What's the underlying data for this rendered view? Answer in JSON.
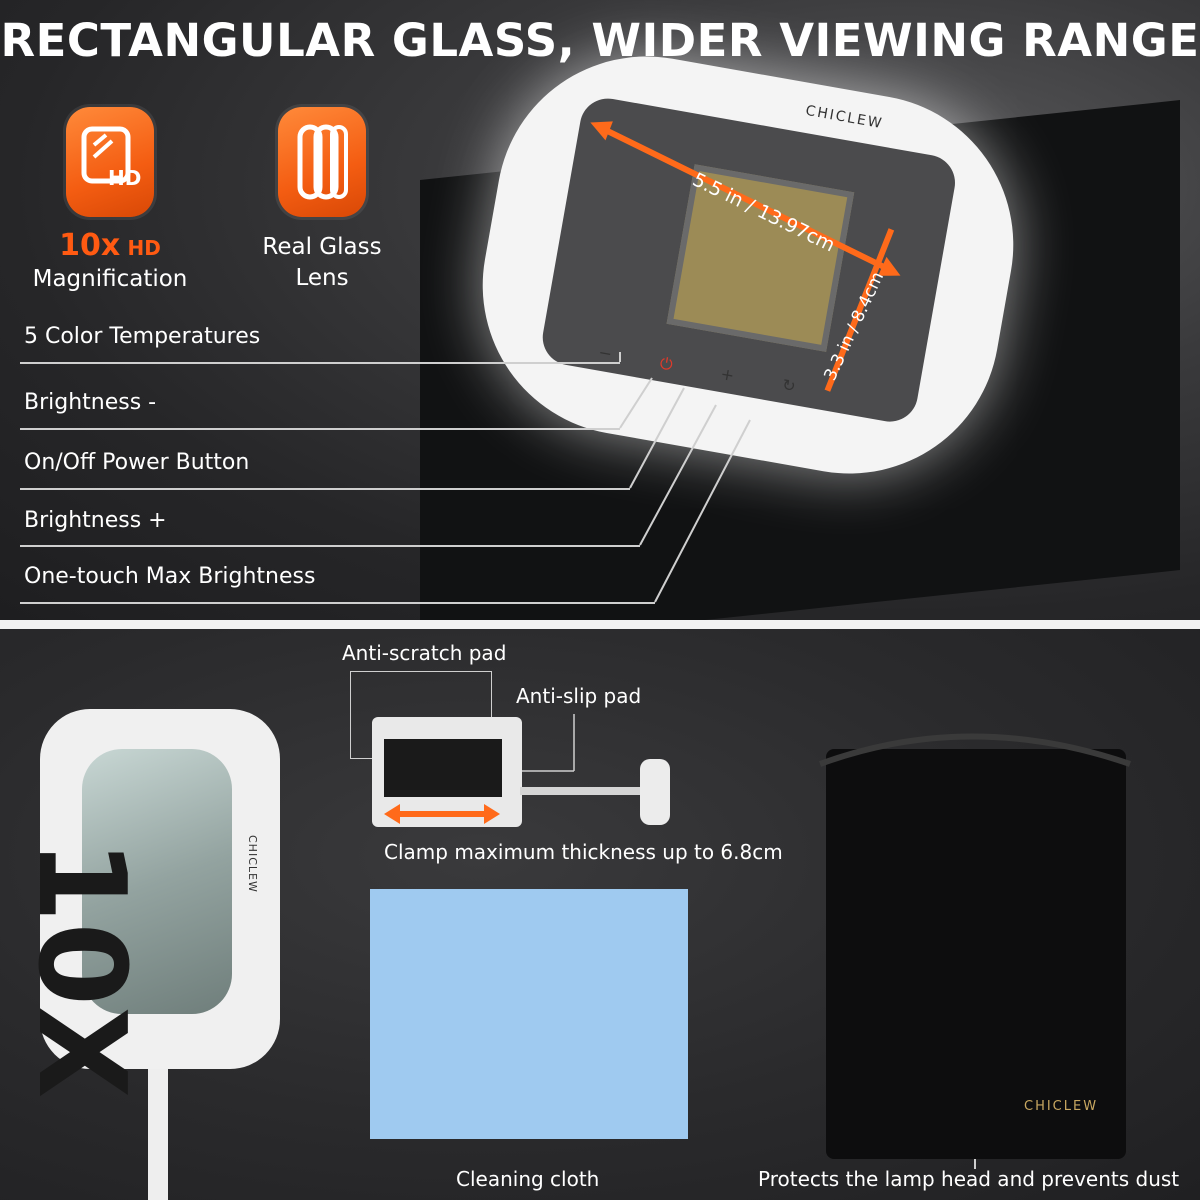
{
  "header": {
    "title": "RECTANGULAR GLASS, WIDER VIEWING RANGE"
  },
  "badges": [
    {
      "icon": "hd-screen-icon",
      "icon_text": "HD",
      "label_highlight": "10x",
      "label_highlight_small": "HD",
      "label_rest": "Magnification"
    },
    {
      "icon": "glass-lens-icon",
      "label_line1": "Real Glass",
      "label_line2": "Lens"
    }
  ],
  "lens_dimensions": {
    "width": "5.5 in / 13.97cm",
    "height": "3.3 in / 8.4cm"
  },
  "brand": "CHICLEW",
  "controls": [
    {
      "label": "5 Color Temperatures"
    },
    {
      "label": "Brightness -"
    },
    {
      "label": "On/Off Power Button"
    },
    {
      "label": "Brightness +"
    },
    {
      "label": "One-touch Max Brightness"
    }
  ],
  "button_symbols": {
    "minus": "−",
    "plus": "+",
    "refresh": "↻",
    "power": "⏻"
  },
  "magnifier": {
    "label": "10X"
  },
  "clamp": {
    "anti_scratch": "Anti-scratch pad",
    "anti_slip": "Anti-slip pad",
    "max_thickness": "Clamp maximum thickness up to 6.8cm"
  },
  "accessories": {
    "cloth": "Cleaning cloth",
    "bag": "Protects the lamp head and prevents dust"
  },
  "colors": {
    "accent": "#f45d12",
    "background": "#1f1f21",
    "cloth": "#9fcaf0"
  }
}
